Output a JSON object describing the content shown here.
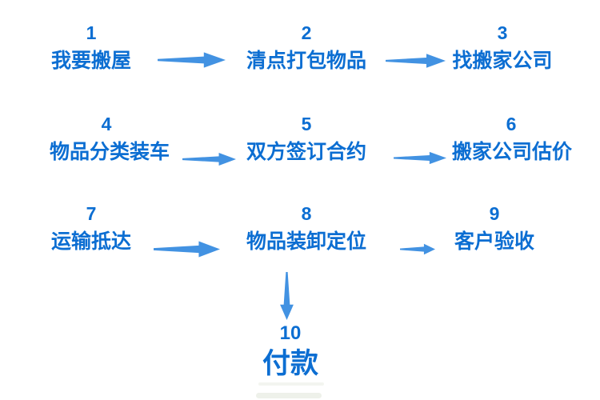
{
  "diagram": {
    "type": "flowchart",
    "steps": [
      {
        "num": "1",
        "label": "我要搬屋"
      },
      {
        "num": "2",
        "label": "清点打包物品"
      },
      {
        "num": "3",
        "label": "找搬家公司"
      },
      {
        "num": "4",
        "label": "物品分类装车"
      },
      {
        "num": "5",
        "label": "双方签订合约"
      },
      {
        "num": "6",
        "label": "搬家公司估价"
      },
      {
        "num": "7",
        "label": "运输抵达"
      },
      {
        "num": "8",
        "label": "物品装卸定位"
      },
      {
        "num": "9",
        "label": "客户验收"
      },
      {
        "num": "10",
        "label": "付款"
      }
    ],
    "flow_order": "1→2→3, 4→5→6, 7→8→9, 8→10",
    "colors": {
      "text": "#0c6ed2",
      "arrow": "#4292e2",
      "background": "#ffffff"
    }
  }
}
